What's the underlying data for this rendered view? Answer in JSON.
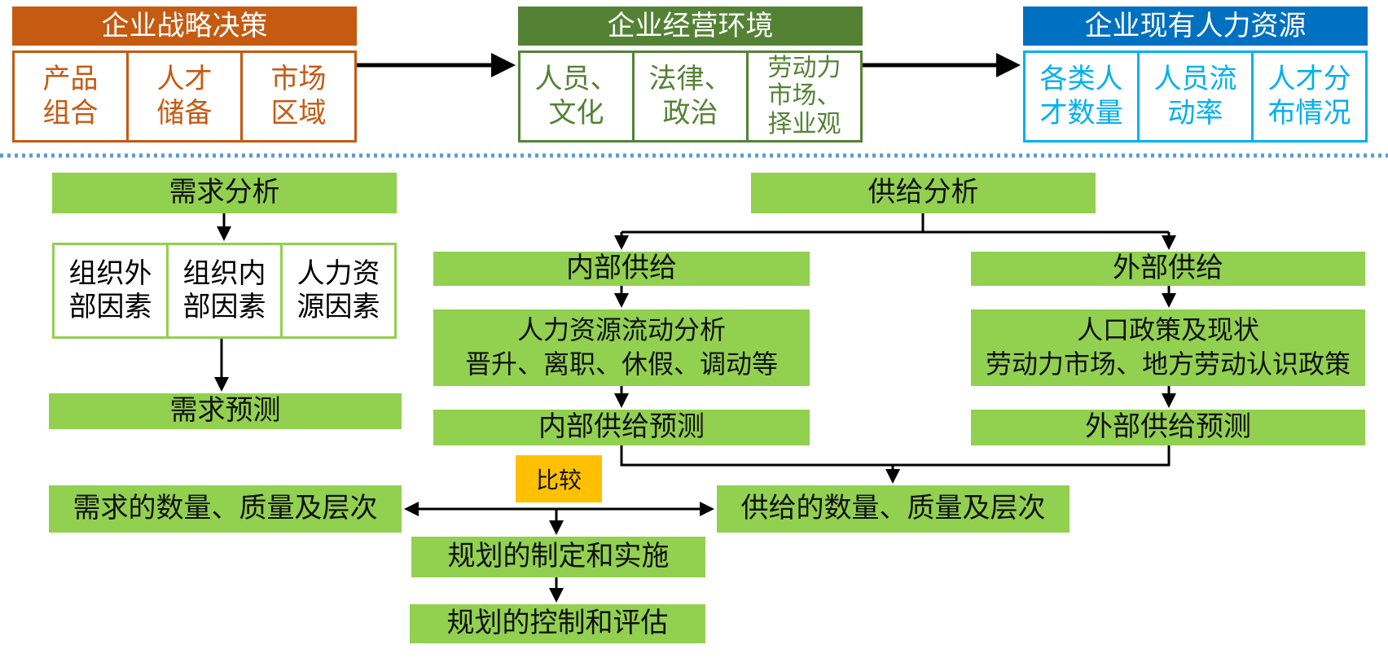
{
  "top": {
    "strategy": {
      "title": "企业战略决策",
      "items": [
        "产品\n组合",
        "人才\n储备",
        "市场\n区域"
      ],
      "color": "#C55A11"
    },
    "environment": {
      "title": "企业经营环境",
      "items": [
        "人员、\n文化",
        "法律、\n政治",
        "劳动力\n市场、\n择业观"
      ],
      "color": "#548235"
    },
    "resources": {
      "title": "企业现有人力资源",
      "items": [
        "各类人\n才数量",
        "人员流\n动率",
        "人才分\n布情况"
      ],
      "color": "#00B0F0"
    }
  },
  "demand": {
    "analysis": "需求分析",
    "factors": [
      "组织外\n部因素",
      "组织内\n部因素",
      "人力资\n源因素"
    ],
    "forecast": "需求预测",
    "result": "需求的数量、质量及层次"
  },
  "supply": {
    "analysis": "供给分析",
    "internal": {
      "title": "内部供给",
      "detail": "人力资源流动分析\n晋升、离职、休假、调动等",
      "forecast": "内部供给预测"
    },
    "external": {
      "title": "外部供给",
      "detail": "人口政策及现状\n劳动力市场、地方劳动认识政策",
      "forecast": "外部供给预测"
    },
    "result": "供给的数量、质量及层次"
  },
  "compare": "比较",
  "plan": {
    "make": "规划的制定和实施",
    "control": "规划的控制和评估"
  },
  "colors": {
    "bar_green": "#92D050",
    "compare_yellow": "#FFC000",
    "divider": "#5B9BD5"
  }
}
